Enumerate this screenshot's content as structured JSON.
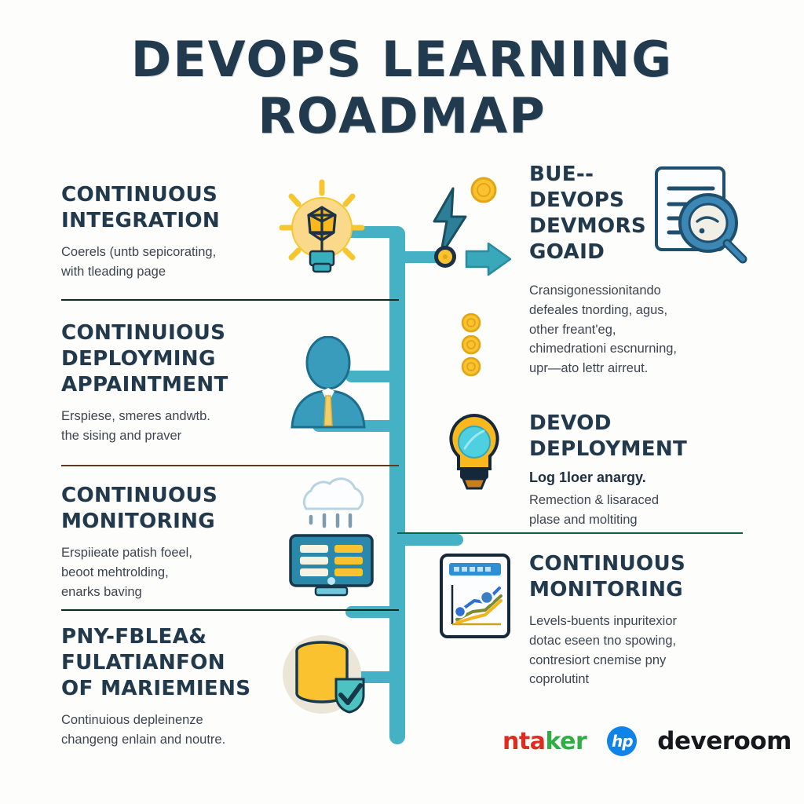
{
  "title": {
    "line1": "DEVOPS  LEARNING",
    "line2": "ROADMAP"
  },
  "colors": {
    "background": "#fdfdfb",
    "heading": "#22394c",
    "spine_teal": "#45b1c4",
    "accent_yellow": "#f9c22e",
    "accent_blue": "#2e7fc1",
    "divider_dark": "#0c2a22",
    "divider_green": "#10613f",
    "divider_brown": "#5b3a22"
  },
  "left_column": [
    {
      "heading": "CONTINUOUS\nINTEGRATION",
      "body": "Coerels (untb sepicorating,\nwith tleading page",
      "icon": "lightbulb-idea-icon"
    },
    {
      "heading": "CONTINUIOUS\nDEPLOYMING\nAPPAINTMENT",
      "body": "Erspiese, smeres andwtb.\nthe sising and praver",
      "icon": "person-avatar-icon"
    },
    {
      "heading": "CONTINUOUS\nMONITORING",
      "body": "Erspiieate patish foeel,\nbeoot mehtrolding,\nenarks baving",
      "icon": "cloud-monitor-icon"
    },
    {
      "heading": "PNY-FBLEA&\nFULATIANFON\nOF MARIEMIENS",
      "body": "Continuious depleinenze\nchangeng enlain and noutre.",
      "icon": "database-check-icon"
    }
  ],
  "right_column": [
    {
      "heading": "BUE--\nDEVOPS\nDEVMORS\nGOAID",
      "body": "Cransigonessionitando\ndefeales tnording, agus,\nother freant'eg,\nchimedrationi escnurning,\nupr—ato lettr airreut.",
      "icon": "document-magnifier-icon"
    },
    {
      "heading": "DEVOD\nDEPLOYMENT",
      "subtitle": "Log 1loer anargy.",
      "body": "Remection & lisaraced\nplase and moltiting",
      "icon": "lightbulb-bulb-icon"
    },
    {
      "heading": "CONTINUOUS\nMONITORING",
      "body": "Levels-buents inpuritexior\ndotac eseen tno spowing,\ncontresiort cnemise pny\ncoprolutint",
      "icon": "chart-dashboard-icon"
    }
  ],
  "center_icons": [
    {
      "name": "lightning-bolt-icon"
    },
    {
      "name": "yellow-coin-icon"
    },
    {
      "name": "arrow-right-icon"
    },
    {
      "name": "node-dot-icon"
    },
    {
      "name": "coin-stack-icon"
    }
  ],
  "footer": {
    "logo1_part1": "nta",
    "logo1_part2": "k",
    "logo1_part3": "er",
    "logo2_mark": "hp",
    "logo2_text": "deveroom"
  }
}
